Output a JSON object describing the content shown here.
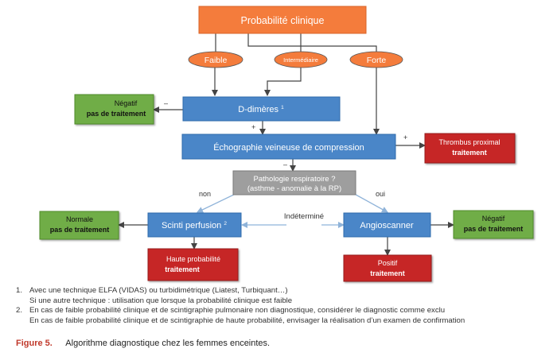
{
  "diagram": {
    "clinical_probability": "Probabilité clinique",
    "faible": "Faible",
    "intermediaire": "Intermédiaire",
    "forte": "Forte",
    "d_dimeres": "D-dimères",
    "d_dimeres_note": "1",
    "negatif_1_line1": "Négatif",
    "negatif_1_line2": "pas de traitement",
    "echographie": "Échographie veineuse de compression",
    "thrombus_line1": "Thrombus proximal",
    "thrombus_line2": "traitement",
    "pathologie_line1": "Pathologie respiratoire ?",
    "pathologie_line2": "(asthme - anomalie à la RP)",
    "non": "non",
    "oui": "oui",
    "scinti": "Scinti perfusion",
    "scinti_note": "2",
    "indetermine": "Indéterminé",
    "angioscanner": "Angioscanner",
    "normale_line1": "Normale",
    "normale_line2": "pas de traitement",
    "negatif_2_line1": "Négatif",
    "negatif_2_line2": "pas de traitement",
    "haute_line1": "Haute probabilité",
    "haute_line2": "traitement",
    "positif_line1": "Positif",
    "positif_line2": "traitement",
    "minus": "–",
    "plus": "+"
  },
  "notes": {
    "n1_num": "1.",
    "n1_line1": "Avec une technique ELFA (VIDAS) ou turbidimétrique (Liatest, Turbiquant…)",
    "n1_line2": "Si une autre technique : utilisation que lorsque la probabilité clinique est faible",
    "n2_num": "2.",
    "n2_line1": "En cas de faible probabilité clinique et de scintigraphie pulmonaire non diagnostique, considérer le diagnostic comme exclu",
    "n2_line2": "En cas de faible probabilité clinique et de scintigraphie de haute probabilité, envisager la réalisation d’un examen de confirmation"
  },
  "caption": {
    "label": "Figure 5.",
    "text": "Algorithme diagnostique chez les femmes enceintes."
  },
  "colors": {
    "orange": "#f47c3c",
    "blue": "#4a86c8",
    "green": "#70ad47",
    "red": "#c62828",
    "gray": "#9e9e9e",
    "arrow": "#444444",
    "dashed_arrow": "#8fb3d9"
  }
}
